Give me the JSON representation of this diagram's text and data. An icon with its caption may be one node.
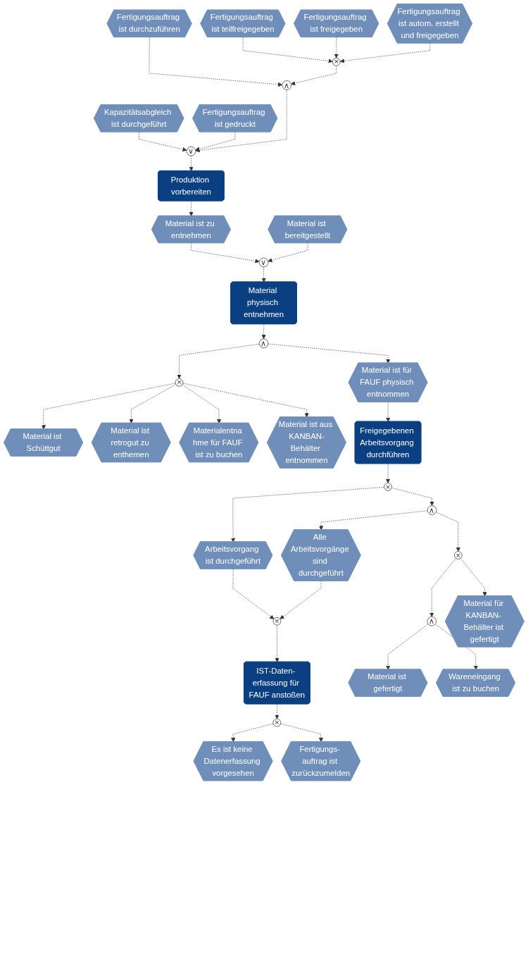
{
  "diagram": {
    "nodes": [
      {
        "text": [
          "Fertigungsauftrag ist durchzuführen"
        ]
      },
      {
        "text": [
          "Fertigungsauftrag ist teilfreigegeben"
        ]
      },
      {
        "text": [
          "Fertigungsauftrag ist freigegeben"
        ]
      },
      {
        "text": [
          "Fertigungsauftrag ist autom. erstellt und freigegeben"
        ]
      },
      {
        "text": [
          "×"
        ]
      },
      {
        "text": [
          "∧"
        ]
      },
      {
        "text": [
          "Kapazitätsabgleich ist durchgeführt"
        ]
      },
      {
        "text": [
          "Fertigungsauftrag ist gedruckt"
        ]
      },
      {
        "text": [
          "∨"
        ]
      },
      {
        "text": [
          "Produktion vorbereiten"
        ]
      },
      {
        "text": [
          "Material ist zu entnehmen"
        ]
      },
      {
        "text": [
          "Material ist bereitgestellt"
        ]
      },
      {
        "text": [
          "∨"
        ]
      },
      {
        "text": [
          "Material physisch entnehmen"
        ]
      },
      {
        "text": [
          "∧"
        ]
      },
      {
        "text": [
          "×"
        ]
      },
      {
        "text": [
          "Material ist für FAUF physisch entnommen"
        ]
      },
      {
        "text": [
          "Material ist Schüttgut"
        ]
      },
      {
        "text": [
          "Material ist retrogut zu enthemen"
        ]
      },
      {
        "text": [
          "Materialentna hme für FAUF ist zu buchen"
        ]
      },
      {
        "text": [
          "Material ist aus KANBAN-Behälter entnommen"
        ]
      },
      {
        "text": [
          "Freigegebenen Arbeitsvorgang durchführen"
        ]
      },
      {
        "text": [
          "×"
        ]
      },
      {
        "text": [
          "∧"
        ]
      },
      {
        "text": [
          "Arbeitsvorgang ist durchgeführt"
        ]
      },
      {
        "text": [
          "Alle Arbeitsvorgänge sind durchgeführt"
        ]
      },
      {
        "text": [
          "×"
        ]
      },
      {
        "text": [
          "∧"
        ]
      },
      {
        "text": [
          "×"
        ]
      },
      {
        "text": [
          "Material ist gefertigt"
        ]
      },
      {
        "text": [
          "Wareneingang ist zu buchen"
        ]
      },
      {
        "text": [
          "Material für KANBAN- Behälter ist gefertigt"
        ]
      },
      {
        "text": [
          "IST-Daten- erfassung für FAUF anstoßen"
        ]
      },
      {
        "text": [
          "×"
        ]
      },
      {
        "text": [
          "Es ist keine Datenerfassung vorgesehen"
        ]
      },
      {
        "text": [
          "Fertigungs- auftrag ist zurückzumelden"
        ]
      }
    ],
    "edges": [
      {
        "from": 1,
        "to": 4,
        "arrow": "to",
        "style": "dashed"
      },
      {
        "from": 2,
        "to": 4,
        "arrow": "to",
        "style": "dashed"
      },
      {
        "from": 3,
        "to": 4,
        "arrow": "to",
        "style": "dashed"
      },
      {
        "from": 0,
        "to": 5,
        "arrow": "to",
        "style": "dashed"
      },
      {
        "from": 4,
        "to": 5,
        "arrow": "to",
        "style": "dashed"
      },
      {
        "from": 5,
        "to": 8,
        "arrow": "to",
        "style": "dashed"
      },
      {
        "from": 6,
        "to": 8,
        "arrow": "to",
        "style": "dashed"
      },
      {
        "from": 7,
        "to": 8,
        "arrow": "to",
        "style": "dashed"
      },
      {
        "from": 8,
        "to": 9,
        "arrow": "to",
        "style": "dashed"
      },
      {
        "from": 9,
        "to": 10,
        "arrow": "to",
        "style": "dashed"
      },
      {
        "from": 10,
        "to": 12,
        "arrow": "to",
        "style": "dashed"
      },
      {
        "from": 11,
        "to": 12,
        "arrow": "to",
        "style": "dashed"
      },
      {
        "from": 12,
        "to": 13,
        "arrow": "to",
        "style": "dashed"
      },
      {
        "from": 13,
        "to": 14,
        "arrow": "to",
        "style": "dashed"
      },
      {
        "from": 14,
        "to": 15,
        "arrow": "to",
        "style": "dashed"
      },
      {
        "from": 14,
        "to": 16,
        "arrow": "to",
        "style": "dashed"
      },
      {
        "from": 15,
        "to": 17,
        "arrow": "to",
        "style": "dashed"
      },
      {
        "from": 15,
        "to": 18,
        "arrow": "to",
        "style": "dashed"
      },
      {
        "from": 15,
        "to": 19,
        "arrow": "to",
        "style": "dashed"
      },
      {
        "from": 15,
        "to": 20,
        "arrow": "to",
        "style": "dashed"
      },
      {
        "from": 16,
        "to": 21,
        "arrow": "to",
        "style": "dashed"
      },
      {
        "from": 21,
        "to": 22,
        "arrow": "to",
        "style": "dashed"
      },
      {
        "from": 22,
        "to": 24,
        "arrow": "to",
        "style": "dashed"
      },
      {
        "from": 22,
        "to": 23,
        "arrow": "to",
        "style": "dashed"
      },
      {
        "from": 23,
        "to": 25,
        "arrow": "to",
        "style": "dashed"
      },
      {
        "from": 23,
        "to": 26,
        "arrow": "to",
        "style": "dashed"
      },
      {
        "from": 26,
        "to": 27,
        "arrow": "to",
        "style": "dashed"
      },
      {
        "from": 26,
        "to": 31,
        "arrow": "to",
        "style": "dashed"
      },
      {
        "from": 27,
        "to": 29,
        "arrow": "to",
        "style": "dashed"
      },
      {
        "from": 27,
        "to": 30,
        "arrow": "to",
        "style": "dashed"
      },
      {
        "from": 24,
        "to": 28,
        "arrow": "to",
        "style": "dashed"
      },
      {
        "from": 25,
        "to": 28,
        "arrow": "to",
        "style": "dashed"
      },
      {
        "from": 28,
        "to": 32,
        "arrow": "to",
        "style": "dashed"
      },
      {
        "from": 32,
        "to": 33,
        "arrow": "to",
        "style": "dashed"
      },
      {
        "from": 33,
        "to": 34,
        "arrow": "to",
        "style": "dashed"
      },
      {
        "from": 33,
        "to": 35,
        "arrow": "to",
        "style": "dashed"
      }
    ]
  }
}
